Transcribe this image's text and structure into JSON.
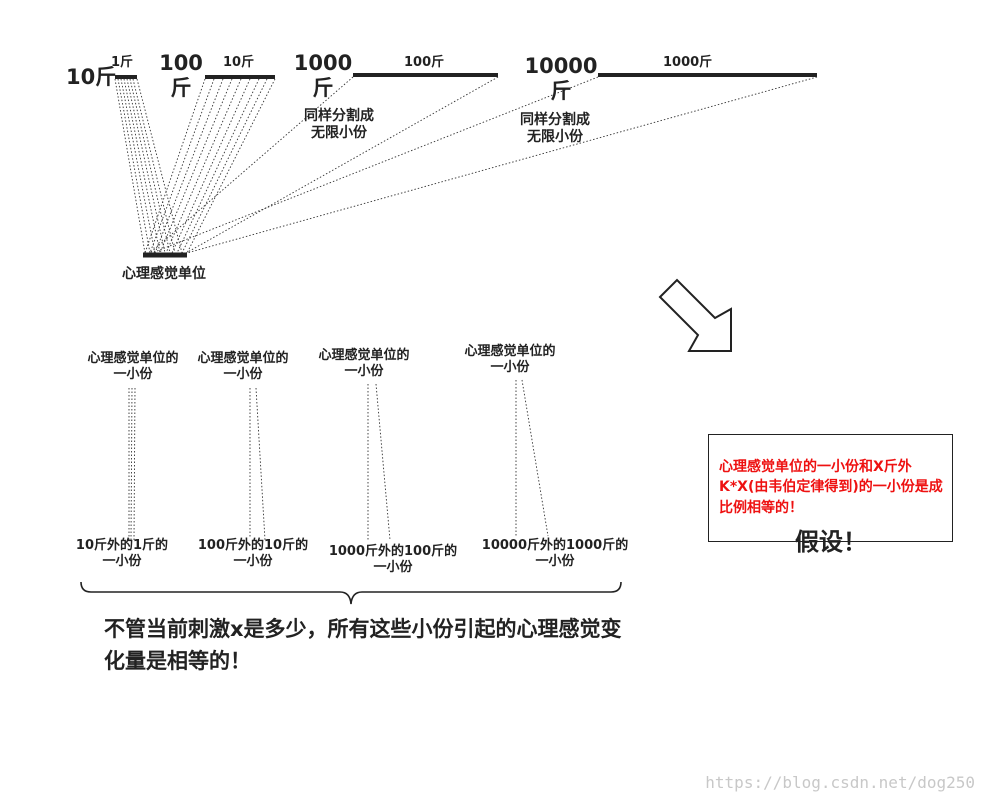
{
  "colors": {
    "ink": "#222222",
    "accent": "#ee1111",
    "watermark": "#c8c8c8"
  },
  "top": {
    "groups": [
      {
        "amount": "10斤",
        "segment": "1斤"
      },
      {
        "amount_line1": "100",
        "amount_line2": "斤",
        "segment": "10斤"
      },
      {
        "amount_line1": "1000",
        "amount_line2": "斤",
        "segment": "100斤",
        "note_line1": "同样分割成",
        "note_line2": "无限小份"
      },
      {
        "amount_line1": "10000",
        "amount_line2": "斤",
        "segment": "1000斤",
        "note_line1": "同样分割成",
        "note_line2": "无限小份"
      }
    ],
    "unit_label": "心理感觉单位"
  },
  "middle": {
    "columns": [
      {
        "top_line1": "心理感觉单位的",
        "top_line2": "一小份",
        "bottom_line1": "10斤外的1斤的",
        "bottom_line2": "一小份"
      },
      {
        "top_line1": "心理感觉单位的",
        "top_line2": "一小份",
        "bottom_line1": "100斤外的10斤的",
        "bottom_line2": "一小份"
      },
      {
        "top_line1": "心理感觉单位的",
        "top_line2": "一小份",
        "bottom_line1": "1000斤外的100斤的",
        "bottom_line2": "一小份"
      },
      {
        "top_line1": "心理感觉单位的",
        "top_line2": "一小份",
        "bottom_line1": "10000斤外的1000斤的",
        "bottom_line2": "一小份"
      }
    ],
    "conclusion": "不管当前刺激x是多少，所有这些小份引起的心理感觉变化量是相等的！"
  },
  "hypothesis": {
    "text": "心理感觉单位的一小份和X斤外K*X(由韦伯定律得到)的一小份是成比例相等的！",
    "label": "假设！"
  },
  "watermark": "https://blog.csdn.net/dog250"
}
